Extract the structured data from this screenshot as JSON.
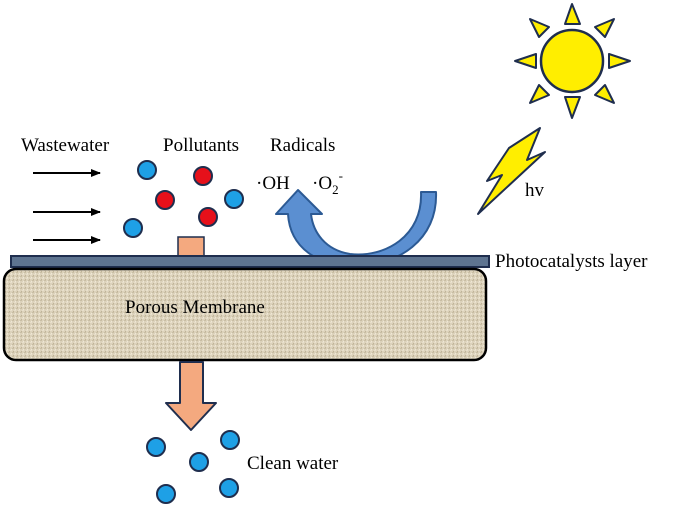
{
  "labels": {
    "wastewater": "Wastewater",
    "pollutants": "Pollutants",
    "radicals": "Radicals",
    "oh": "·OH",
    "o2_main": "·O",
    "o2_sub": "2",
    "o2_sup": "-",
    "hv": "hv",
    "photocatalysts_layer": "Photocatalysts layer",
    "porous_membrane": "Porous Membrane",
    "clean_water": "Clean water"
  },
  "colors": {
    "water_molecule": "#1ea0e6",
    "pollutant": "#e6101a",
    "photocatalyst_layer": "#5e7490",
    "membrane": "#d8cdb5",
    "permeate_arrow": "#f4a97f",
    "radical_arrow": "#5b8fd1",
    "sun": "#ffee00",
    "lightning": "#ffee00",
    "outline": "#1f2e4e"
  },
  "icons": {
    "sun": "sun-icon",
    "lightning": "lightning-icon"
  }
}
